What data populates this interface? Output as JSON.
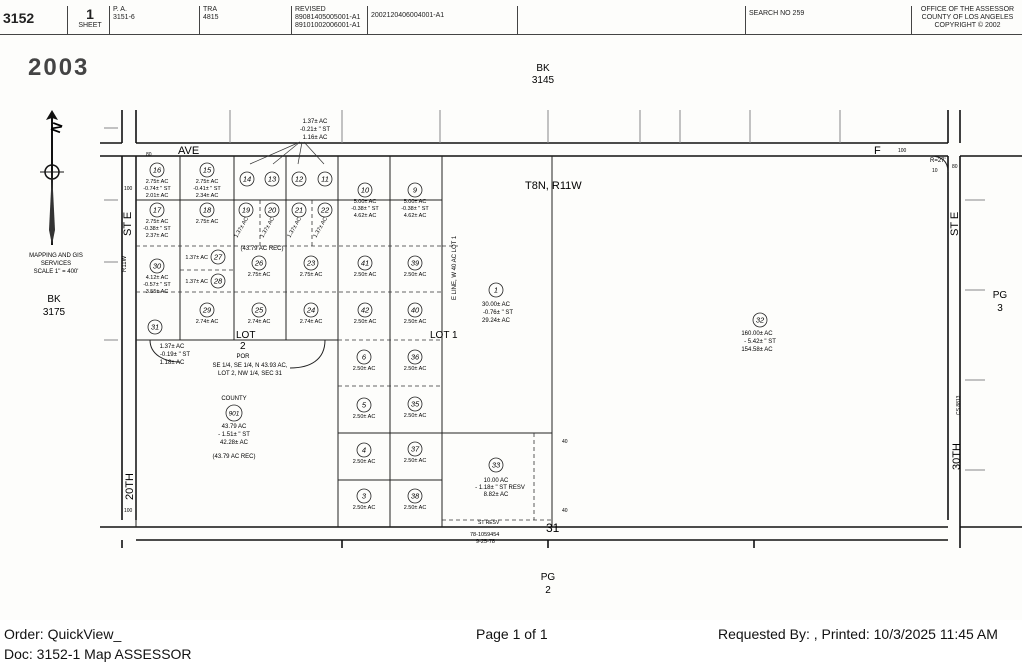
{
  "header": {
    "map_book": "3152",
    "sheet_num": "1",
    "sheet_label": "SHEET",
    "pa_label": "P. A.",
    "pa_value": "3151-6",
    "tra_label": "TRA",
    "tra_value": "4815",
    "revised_label": "REVISED",
    "revised_line1": "89081405005001-A1",
    "revised_line2": "89101002006001-A1",
    "revision_code": "2002120406004001-A1",
    "search_no": "SEARCH NO   259",
    "office_line1": "OFFICE OF THE ASSESSOR",
    "office_line2": "COUNTY OF LOS ANGELES",
    "office_line3": "COPYRIGHT © 2002"
  },
  "map": {
    "year": "2003",
    "bk_top": [
      "BK",
      "3145"
    ],
    "bk_left": [
      "BK",
      "3175"
    ],
    "pg_right": [
      "PG",
      "3"
    ],
    "pg_bottom": [
      "PG",
      "2"
    ],
    "scale_text": [
      "MAPPING AND GIS",
      "SERVICES",
      "SCALE 1\" = 400'"
    ],
    "township": "T8N, R11W",
    "street_ave": "AVE",
    "street_f": "F",
    "street_st_e_left": "ST E",
    "street_st_e_right": "ST E",
    "street_20th": "20TH",
    "street_30th": "30TH",
    "r11w": "R11W",
    "lot1": "LOT 1",
    "lot2": "LOT",
    "lot2_num": "2",
    "sec31": "31",
    "county": "COUNTY",
    "top_note": [
      "1.37± AC",
      "-0.21± \" ST",
      "1.16± AC"
    ],
    "por_note": [
      "POR",
      "SE 1/4, SE 1/4, N 43.93 AC,",
      "LOT 2, NW 1/4, SEC 31"
    ],
    "p31_note": [
      "1.37± AC",
      "-0.19± \" ST",
      "1.18± AC"
    ],
    "p901_acres": [
      "43.79 AC",
      "- 1.51± \" ST",
      "42.28± AC"
    ],
    "ac_rec_bottom": "(43.79 AC REC)",
    "ac_rec_top": "(43.79 AC REC)",
    "p1_acres": [
      "30.00± AC",
      "-0.76± \" ST",
      "29.24± AC"
    ],
    "p32_acres": [
      "160.00± AC",
      "- 5.42± \" ST",
      "154.58± AC"
    ],
    "p33_acres": [
      "10.00 AC",
      "- 1.18± \" ST RESV",
      "8.82± AC"
    ],
    "st_resv": "ST RESV",
    "rec_num": [
      "78-1059454",
      "9-25-78"
    ],
    "r27": "R=27'",
    "dim_100": "100",
    "dim_40": "40",
    "dim_80": "80",
    "dim_10": "10",
    "e_line": "E LINE, W 40 AC LOT 1",
    "cs": "CS 8813",
    "parcels": [
      {
        "id": "16",
        "acres": [
          "2.75± AC",
          "-0.74± \" ST",
          "2.01± AC"
        ]
      },
      {
        "id": "15",
        "acres": [
          "2.75± AC",
          "-0.41± \" ST",
          "2.34± AC"
        ]
      },
      {
        "id": "14",
        "acres": []
      },
      {
        "id": "13",
        "acres": []
      },
      {
        "id": "12",
        "acres": []
      },
      {
        "id": "11",
        "acres": []
      },
      {
        "id": "10",
        "acres": [
          "5.00± AC",
          "-0.38± \" ST",
          "4.62± AC"
        ]
      },
      {
        "id": "9",
        "acres": [
          "5.00± AC",
          "-0.38± \" ST",
          "4.62± AC"
        ]
      },
      {
        "id": "17",
        "acres": [
          "2.75± AC",
          "-0.38± \" ST",
          "2.37± AC"
        ]
      },
      {
        "id": "18",
        "acres": [
          "2.75± AC"
        ]
      },
      {
        "id": "19",
        "acres": [
          "1.37± AC"
        ]
      },
      {
        "id": "20",
        "acres": [
          "1.37± AC"
        ]
      },
      {
        "id": "21",
        "acres": [
          "1.37± AC"
        ]
      },
      {
        "id": "22",
        "acres": [
          "1.37± AC"
        ]
      },
      {
        "id": "30",
        "acres": [
          "4.12± AC",
          "-0.57± \" ST",
          "3.55± AC"
        ]
      },
      {
        "id": "27",
        "acres": [
          "1.37± AC"
        ]
      },
      {
        "id": "28",
        "acres": [
          "1.37± AC"
        ]
      },
      {
        "id": "26",
        "acres": [
          "2.75± AC"
        ]
      },
      {
        "id": "23",
        "acres": [
          "2.75± AC"
        ]
      },
      {
        "id": "41",
        "acres": [
          "2.50± AC"
        ]
      },
      {
        "id": "39",
        "acres": [
          "2.50± AC"
        ]
      },
      {
        "id": "29",
        "acres": [
          "2.74± AC"
        ]
      },
      {
        "id": "25",
        "acres": [
          "2.74± AC"
        ]
      },
      {
        "id": "24",
        "acres": [
          "2.74± AC"
        ]
      },
      {
        "id": "42",
        "acres": [
          "2.50± AC"
        ]
      },
      {
        "id": "40",
        "acres": [
          "2.50± AC"
        ]
      },
      {
        "id": "31",
        "acres": []
      },
      {
        "id": "6",
        "acres": [
          "2.50± AC"
        ]
      },
      {
        "id": "36",
        "acres": [
          "2.50± AC"
        ]
      },
      {
        "id": "5",
        "acres": [
          "2.50± AC"
        ]
      },
      {
        "id": "35",
        "acres": [
          "2.50± AC"
        ]
      },
      {
        "id": "4",
        "acres": [
          "2.50± AC"
        ]
      },
      {
        "id": "37",
        "acres": [
          "2.50± AC"
        ]
      },
      {
        "id": "3",
        "acres": [
          "2.50± AC"
        ]
      },
      {
        "id": "38",
        "acres": [
          "2.50± AC"
        ]
      },
      {
        "id": "1",
        "acres": []
      },
      {
        "id": "32",
        "acres": []
      },
      {
        "id": "33",
        "acres": []
      },
      {
        "id": "901",
        "acres": []
      }
    ]
  },
  "footer": {
    "order": "Order: QuickView_",
    "doc": "Doc: 3152-1 Map ASSESSOR",
    "page": "Page 1 of 1",
    "requested": "Requested By:   , Printed: 10/3/2025 11:45 AM"
  }
}
